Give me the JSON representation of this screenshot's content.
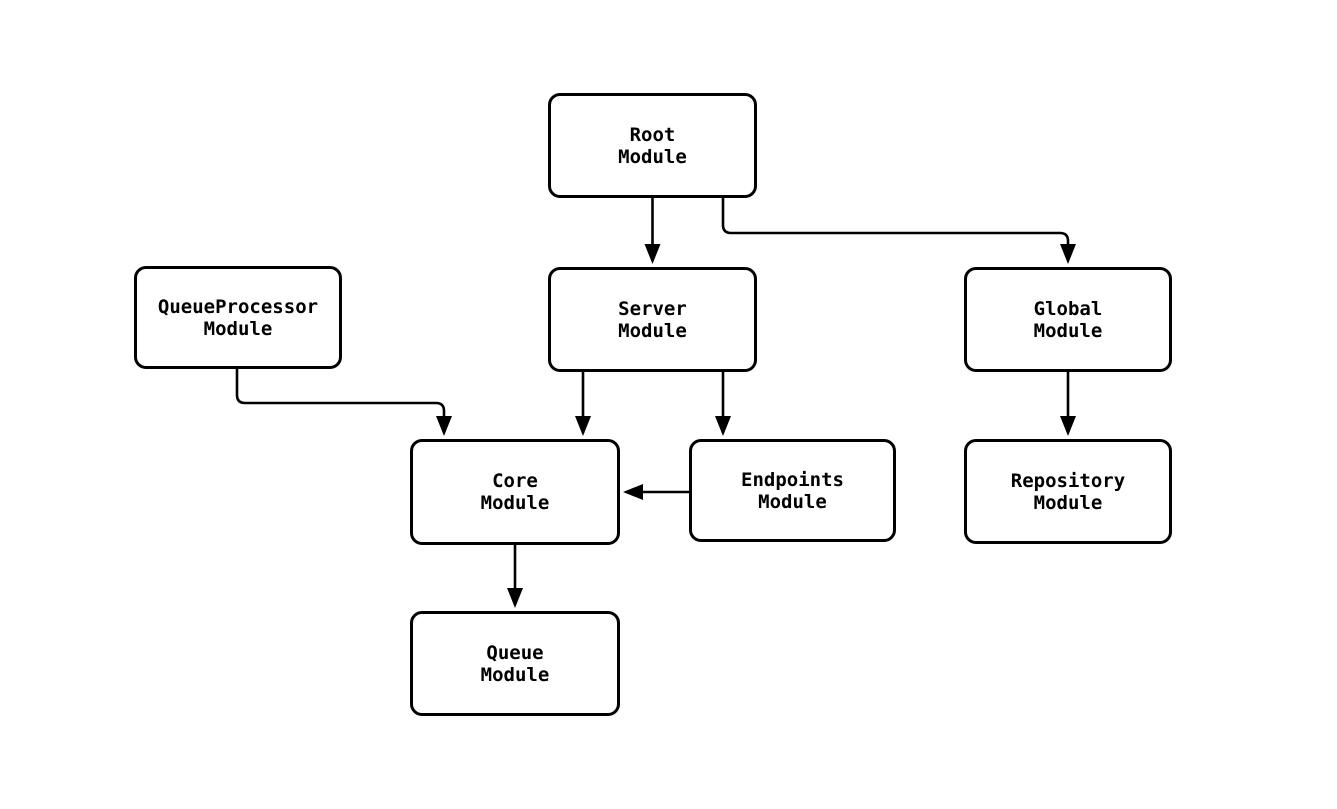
{
  "diagram": {
    "kind": "module-dependency-flowchart",
    "colors": {
      "background": "#ffffff",
      "box_fill": "#ffffff",
      "line": "#000000",
      "text": "#000000"
    },
    "nodes": {
      "root": {
        "name": "Root",
        "type": "Module"
      },
      "queue_processor": {
        "name": "QueueProcessor",
        "type": "Module"
      },
      "server": {
        "name": "Server",
        "type": "Module"
      },
      "global": {
        "name": "Global",
        "type": "Module"
      },
      "core": {
        "name": "Core",
        "type": "Module"
      },
      "endpoints": {
        "name": "Endpoints",
        "type": "Module"
      },
      "repository": {
        "name": "Repository",
        "type": "Module"
      },
      "queue": {
        "name": "Queue",
        "type": "Module"
      }
    },
    "edges": [
      {
        "from": "Root Module",
        "to": "Server Module"
      },
      {
        "from": "Root Module",
        "to": "Global Module"
      },
      {
        "from": "QueueProcessor Module",
        "to": "Core Module"
      },
      {
        "from": "Server Module",
        "to": "Core Module"
      },
      {
        "from": "Server Module",
        "to": "Endpoints Module"
      },
      {
        "from": "Endpoints Module",
        "to": "Core Module"
      },
      {
        "from": "Global Module",
        "to": "Repository Module"
      },
      {
        "from": "Core Module",
        "to": "Queue Module"
      }
    ]
  }
}
